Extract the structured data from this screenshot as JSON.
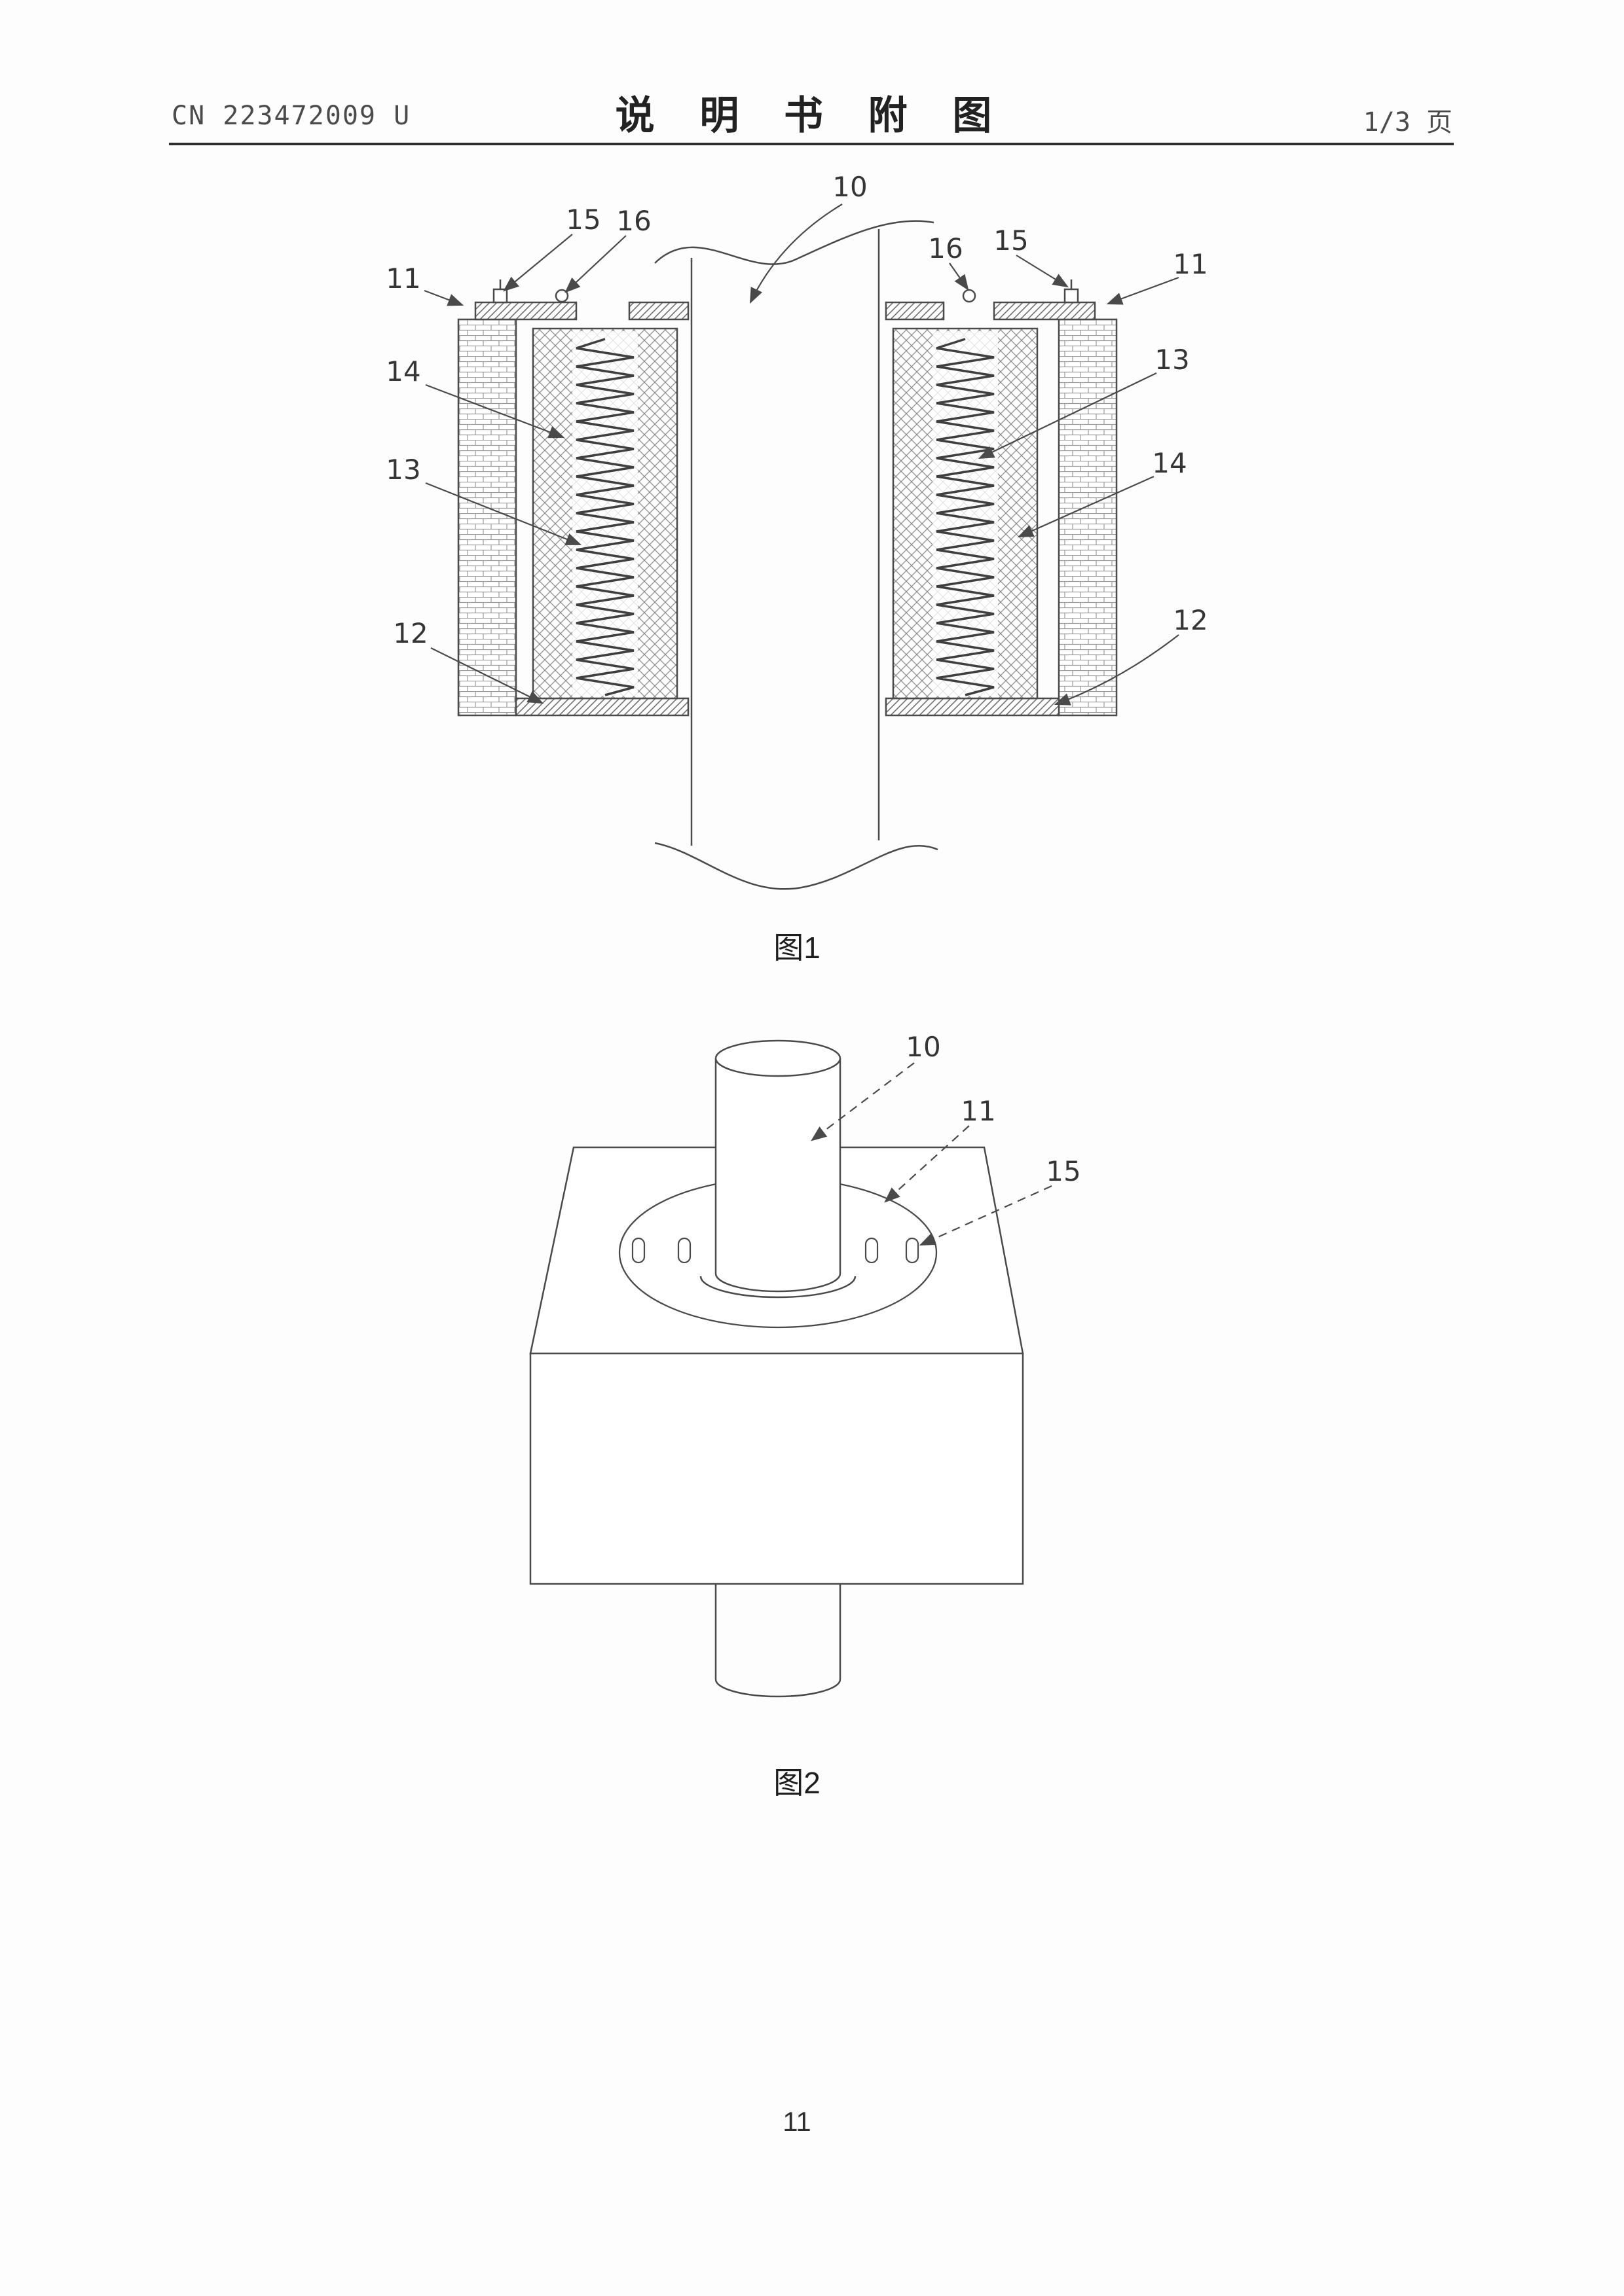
{
  "header": {
    "patent_number": "CN 223472009 U",
    "title": "说 明 书 附 图",
    "page_indicator": "1/3 页"
  },
  "fig1": {
    "caption": "图1",
    "labels": {
      "left_15": "15",
      "left_16": "16",
      "left_11": "11",
      "left_14": "14",
      "left_13": "13",
      "left_12": "12",
      "shaft_10": "10",
      "right_16": "16",
      "right_15": "15",
      "right_11": "11",
      "right_13": "13",
      "right_14": "14",
      "right_12": "12"
    }
  },
  "fig2": {
    "caption": "图2",
    "labels": {
      "shaft_10": "10",
      "flange_11": "11",
      "slot_15": "15"
    }
  },
  "footer": {
    "page_number": "11"
  }
}
